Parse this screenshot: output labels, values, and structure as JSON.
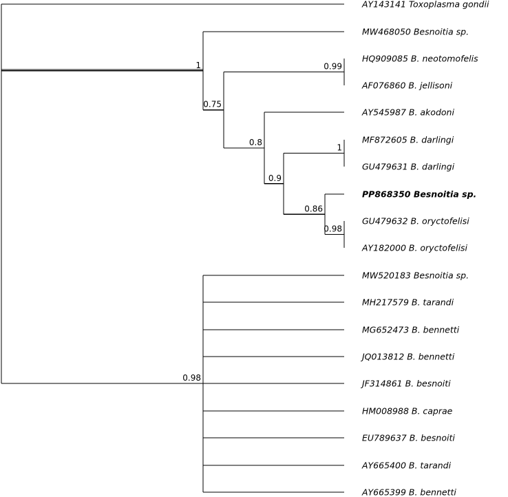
{
  "taxa": [
    {
      "id": "t_toxo",
      "label": "AY143141 Toxoplasma gondii",
      "bold": false
    },
    {
      "id": "t_mw468",
      "label": "MW468050 Besnoitia sp.",
      "bold": false
    },
    {
      "id": "t_hq909",
      "label": "HQ909085 B. neotomofelis",
      "bold": false
    },
    {
      "id": "t_af076",
      "label": "AF076860 B. jellisoni",
      "bold": false
    },
    {
      "id": "t_ay545",
      "label": "AY545987 B. akodoni",
      "bold": false
    },
    {
      "id": "t_mf872",
      "label": "MF872605 B. darlingi",
      "bold": false
    },
    {
      "id": "t_gu631",
      "label": "GU479631 B. darlingi",
      "bold": false
    },
    {
      "id": "t_pp868",
      "label": "PP868350 Besnoitia sp.",
      "bold": true
    },
    {
      "id": "t_gu632",
      "label": "GU479632 B. oryctofelisi",
      "bold": false
    },
    {
      "id": "t_ay182",
      "label": "AY182000 B. oryctofelisi",
      "bold": false
    },
    {
      "id": "t_mw520",
      "label": "MW520183 Besnoitia sp.",
      "bold": false
    },
    {
      "id": "t_mh217",
      "label": "MH217579 B. tarandi",
      "bold": false
    },
    {
      "id": "t_mg652",
      "label": "MG652473 B. bennetti",
      "bold": false
    },
    {
      "id": "t_jq013",
      "label": "JQ013812 B. bennetti",
      "bold": false
    },
    {
      "id": "t_jf314",
      "label": "JF314861 B. besnoiti",
      "bold": false
    },
    {
      "id": "t_hm008",
      "label": "HM008988 B. caprae",
      "bold": false
    },
    {
      "id": "t_eu789",
      "label": "EU789637 B. besnoiti",
      "bold": false
    },
    {
      "id": "t_ay400",
      "label": "AY665400 B. tarandi",
      "bold": false
    },
    {
      "id": "t_ay399",
      "label": "AY665399 B. bennetti",
      "bold": false
    }
  ],
  "clades": [
    {
      "id": "c_neo",
      "support": "0.99",
      "children": [
        "t_hq909",
        "t_af076"
      ]
    },
    {
      "id": "c_dar",
      "support": "1",
      "children": [
        "t_mf872",
        "t_gu631"
      ]
    },
    {
      "id": "c_ory",
      "support": "0.98",
      "children": [
        "t_gu632",
        "t_ay182"
      ]
    },
    {
      "id": "c_pp",
      "support": "0.86",
      "children": [
        "t_pp868",
        "c_ory"
      ]
    },
    {
      "id": "c_09",
      "support": "0.9",
      "children": [
        "c_dar",
        "c_pp"
      ]
    },
    {
      "id": "c_08",
      "support": "0.8",
      "children": [
        "t_ay545",
        "c_09"
      ]
    },
    {
      "id": "c_075",
      "support": "0.75",
      "children": [
        "c_neo",
        "c_08"
      ]
    },
    {
      "id": "c_1",
      "support": "1",
      "children": [
        "t_mw468",
        "c_075"
      ]
    },
    {
      "id": "c_poly",
      "support": "0.98",
      "children": [
        "t_mw520",
        "t_mh217",
        "t_mg652",
        "t_jq013",
        "t_jf314",
        "t_hm008",
        "t_eu789",
        "t_ay400",
        "t_ay399"
      ]
    },
    {
      "id": "c_in",
      "support": "",
      "children": [
        "c_1",
        "c_poly"
      ]
    },
    {
      "id": "root",
      "support": "",
      "children": [
        "t_toxo",
        "c_in"
      ]
    }
  ]
}
